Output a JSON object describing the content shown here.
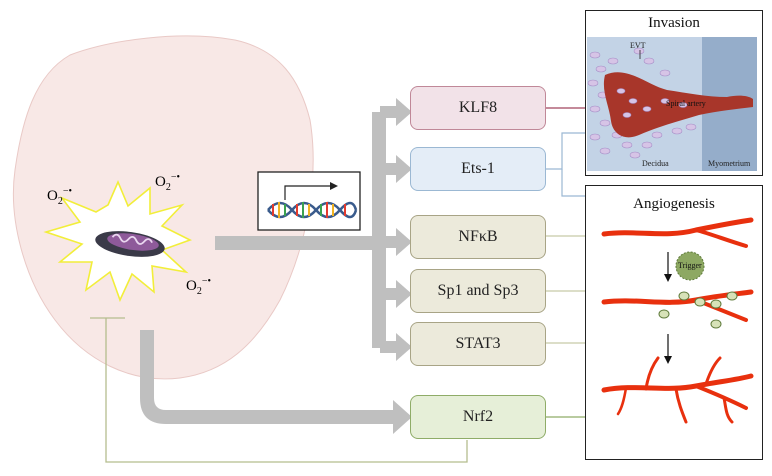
{
  "cell": {
    "ros": [
      {
        "base": "O",
        "sub": "2",
        "sup": "−•"
      },
      {
        "base": "O",
        "sub": "2",
        "sup": "−•"
      },
      {
        "base": "O",
        "sub": "2",
        "sup": "−•"
      }
    ]
  },
  "factors": [
    {
      "label": "KLF8",
      "fill": "#f2e2e8",
      "stroke": "#c08898"
    },
    {
      "label": "Ets-1",
      "fill": "#e4edf7",
      "stroke": "#9bb8d3"
    },
    {
      "label": "NFκB",
      "fill": "#eceadb",
      "stroke": "#a8a486"
    },
    {
      "label": "Sp1 and Sp3",
      "fill": "#eceadb",
      "stroke": "#a8a486"
    },
    {
      "label": "STAT3",
      "fill": "#eceadb",
      "stroke": "#a8a486"
    },
    {
      "label": "Nrf2",
      "fill": "#e6efd8",
      "stroke": "#8fac68"
    }
  ],
  "invasion": {
    "title": "Invasion",
    "evt": "EVT",
    "spiral_artery": "Spiral artery",
    "decidua": "Decidua",
    "myometrium": "Myometrium"
  },
  "angiogenesis": {
    "title": "Angiogenesis",
    "trigger": "Trigger"
  },
  "colors": {
    "cell_fill": "#f8e8e6",
    "arrow_gray": "#bfbfbf",
    "vessel_red": "#e8300e",
    "burst_yellow": "#f2ee3a",
    "connector_olive": "#b5bd8e"
  }
}
